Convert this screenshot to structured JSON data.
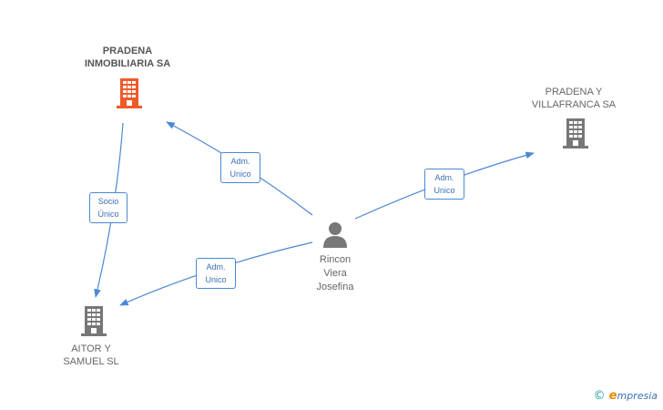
{
  "nodes": {
    "pradena_inmobiliaria": {
      "label": "PRADENA\nINMOBILIARIA SA",
      "type": "company",
      "color": "#f05a28"
    },
    "pradena_villafranca": {
      "label": "PRADENA Y\nVILLAFRANCA SA",
      "type": "company",
      "color": "#777777"
    },
    "aitor_samuel": {
      "label": "AITOR Y\nSAMUEL SL",
      "type": "company",
      "color": "#777777"
    },
    "rincon": {
      "label": "Rincon\nViera\nJosefina",
      "type": "person",
      "color": "#777777"
    }
  },
  "edges": [
    {
      "from": "rincon",
      "to": "pradena_inmobiliaria",
      "label": "Adm.\nUnico"
    },
    {
      "from": "rincon",
      "to": "pradena_villafranca",
      "label": "Adm.\nUnico"
    },
    {
      "from": "rincon",
      "to": "aitor_samuel",
      "label": "Adm.\nUnico"
    },
    {
      "from": "pradena_inmobiliaria",
      "to": "aitor_samuel",
      "label": "Socio\nÚnico"
    }
  ],
  "colors": {
    "edge": "#4a88d4",
    "accent": "#f05a28"
  },
  "brand": {
    "copyright": "©",
    "initial": "e",
    "name": "mpresia"
  }
}
